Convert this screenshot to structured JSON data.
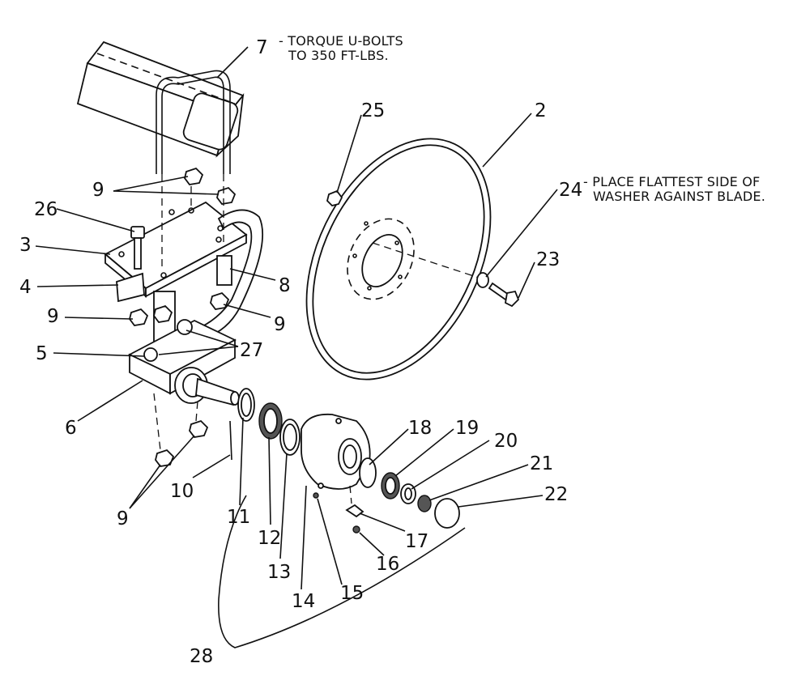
{
  "callouts": {
    "n7": "7",
    "n2": "2",
    "n25": "25",
    "n24": "24",
    "n23": "23",
    "n9a": "9",
    "n26": "26",
    "n3": "3",
    "n4": "4",
    "n8": "8",
    "n9b": "9",
    "n9c": "9",
    "n5": "5",
    "n27": "27",
    "n6": "6",
    "n18": "18",
    "n19": "19",
    "n20": "20",
    "n21": "21",
    "n22": "22",
    "n10": "10",
    "n9d": "9",
    "n11": "11",
    "n12": "12",
    "n13": "13",
    "n14": "14",
    "n15": "15",
    "n16": "16",
    "n17": "17",
    "n28": "28"
  },
  "notes": {
    "torque_line1": "- TORQUE U-BOLTS",
    "torque_line2": "TO 350 FT-LBS.",
    "washer_line1": "- PLACE FLATTEST SIDE OF",
    "washer_line2": "WASHER AGAINST BLADE."
  }
}
